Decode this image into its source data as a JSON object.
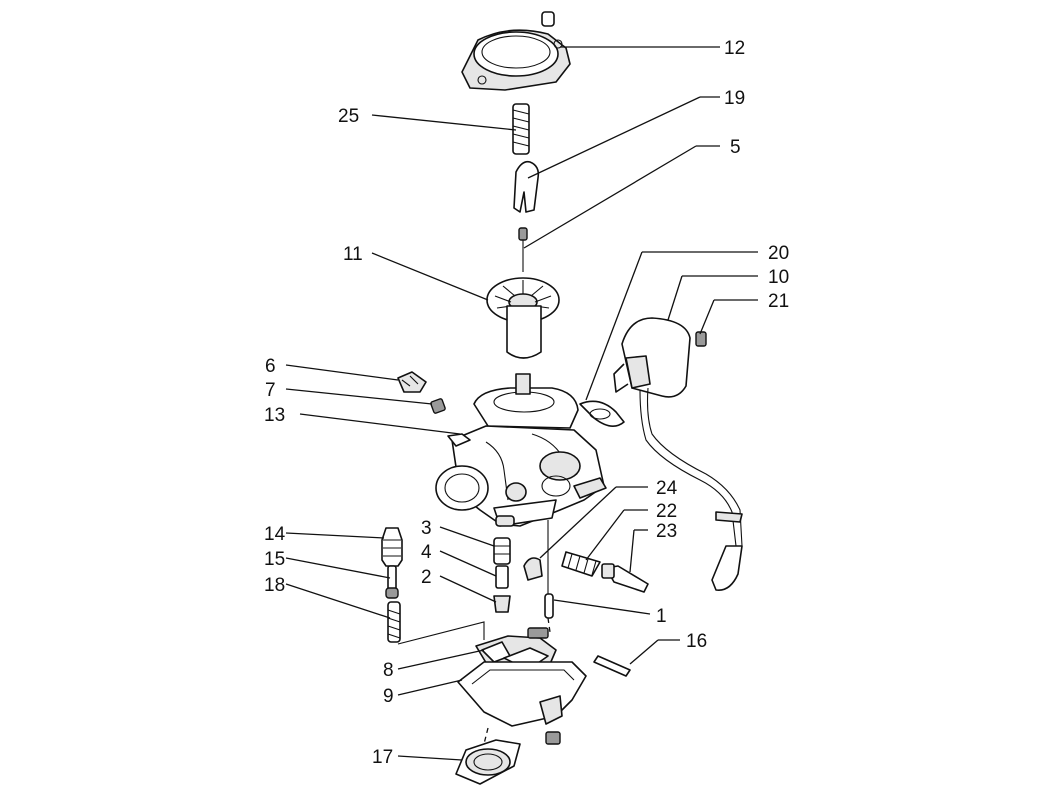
{
  "callouts": [
    {
      "id": "12",
      "text": "12"
    },
    {
      "id": "19",
      "text": "19"
    },
    {
      "id": "25",
      "text": "25"
    },
    {
      "id": "5",
      "text": "5"
    },
    {
      "id": "20",
      "text": "20"
    },
    {
      "id": "10",
      "text": "10"
    },
    {
      "id": "21",
      "text": "21"
    },
    {
      "id": "11",
      "text": "11"
    },
    {
      "id": "6",
      "text": "6"
    },
    {
      "id": "7",
      "text": "7"
    },
    {
      "id": "13",
      "text": "13"
    },
    {
      "id": "24",
      "text": "24"
    },
    {
      "id": "22",
      "text": "22"
    },
    {
      "id": "23",
      "text": "23"
    },
    {
      "id": "14",
      "text": "14"
    },
    {
      "id": "3",
      "text": "3"
    },
    {
      "id": "15",
      "text": "15"
    },
    {
      "id": "4",
      "text": "4"
    },
    {
      "id": "2",
      "text": "2"
    },
    {
      "id": "18",
      "text": "18"
    },
    {
      "id": "1",
      "text": "1"
    },
    {
      "id": "16",
      "text": "16"
    },
    {
      "id": "8",
      "text": "8"
    },
    {
      "id": "9",
      "text": "9"
    },
    {
      "id": "17",
      "text": "17"
    }
  ]
}
